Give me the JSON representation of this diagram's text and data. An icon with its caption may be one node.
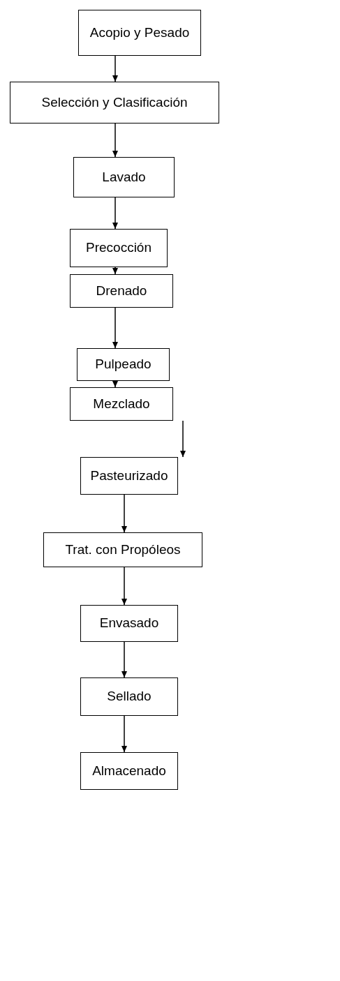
{
  "diagram": {
    "nodes": [
      {
        "text": [
          "Acopio y Pesado"
        ]
      },
      {
        "text": [
          "Selección y Clasificación"
        ]
      },
      {
        "text": [
          "Lavado"
        ]
      },
      {
        "text": [
          "Precocción"
        ]
      },
      {
        "text": [
          "Drenado"
        ]
      },
      {
        "text": [
          "Pulpeado"
        ]
      },
      {
        "text": [
          "Mezclado"
        ]
      },
      {
        "text": [
          "Pasteurizado"
        ]
      },
      {
        "text": [
          "Trat. con Propóleos"
        ]
      },
      {
        "text": [
          "Envasado"
        ]
      },
      {
        "text": [
          "Sellado"
        ]
      },
      {
        "text": [
          "Almacenado"
        ]
      }
    ],
    "edges": [
      {
        "from": 0,
        "to": 1,
        "arrow": "to"
      },
      {
        "from": 1,
        "to": 2,
        "arrow": "to"
      },
      {
        "from": 2,
        "to": 3,
        "arrow": "to"
      },
      {
        "from": 3,
        "to": 4,
        "arrow": "to"
      },
      {
        "from": 4,
        "to": 5,
        "arrow": "to"
      },
      {
        "from": 5,
        "to": 6,
        "arrow": "to"
      },
      {
        "from": 6,
        "to": 7,
        "arrow": "to"
      },
      {
        "from": 7,
        "to": 8,
        "arrow": "to"
      },
      {
        "from": 8,
        "to": 9,
        "arrow": "to"
      },
      {
        "from": 9,
        "to": 10,
        "arrow": "to"
      },
      {
        "from": 10,
        "to": 11,
        "arrow": "to"
      }
    ]
  }
}
